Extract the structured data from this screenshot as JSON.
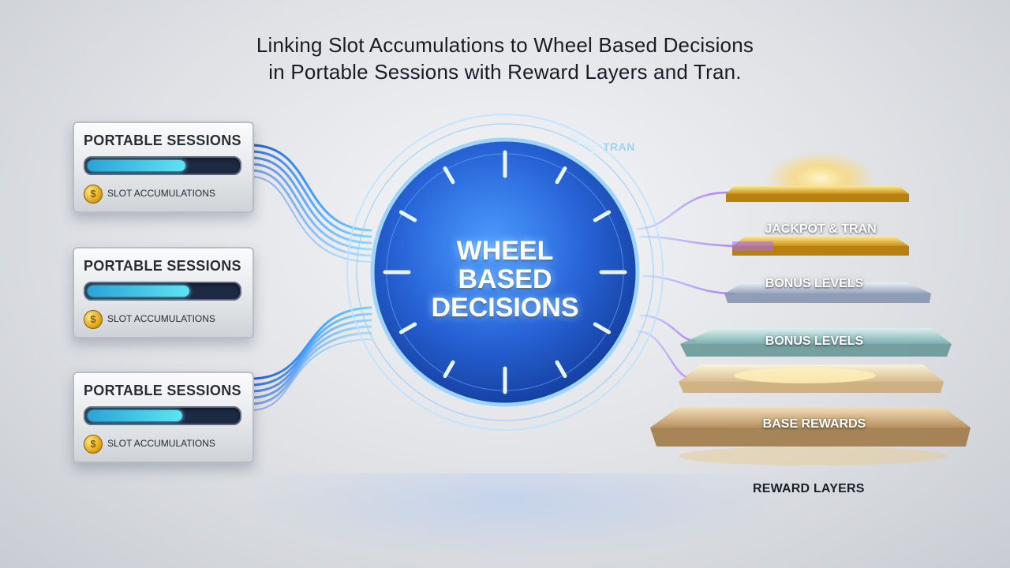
{
  "title": {
    "line1": "Linking Slot Accumulations to Wheel Based Decisions",
    "line2": "in Portable Sessions with Reward Layers and Tran."
  },
  "sessions": [
    {
      "label": "PORTABLE SESSIONS",
      "sub_label": "SLOT ACCUMULATIONS",
      "coin_glyph": "$",
      "progress": 0.65
    },
    {
      "label": "PORTABLE SESSIONS",
      "sub_label": "SLOT ACCUMULATIONS",
      "coin_glyph": "$",
      "progress": 0.68
    },
    {
      "label": "PORTABLE SESSIONS",
      "sub_label": "SLOT ACCUMULATIONS",
      "coin_glyph": "$",
      "progress": 0.63
    }
  ],
  "wheel": {
    "line1": "WHEEL",
    "line2": "BASED",
    "line3": "DECISIONS",
    "tran_label": "TRAN"
  },
  "reward_layers": {
    "title": "REWARD LAYERS",
    "layers": [
      {
        "label": "",
        "color": "#e9b53a"
      },
      {
        "label": "JACKPOT & TRAN",
        "color": "#d9a93a"
      },
      {
        "label": "BONUS LEVELS",
        "color": "#b9c4d4"
      },
      {
        "label": "BONUS LEVELS",
        "color": "#8fc6c4"
      },
      {
        "label": "",
        "color": "#f1d79c"
      },
      {
        "label": "BASE REWARDS",
        "color": "#d8b27a"
      }
    ]
  },
  "colors": {
    "wheel_blue": "#1e5fcf",
    "connector_blue": "#2f7bff",
    "connector_violet": "#b37cf7",
    "gold": "#e9b53a"
  }
}
